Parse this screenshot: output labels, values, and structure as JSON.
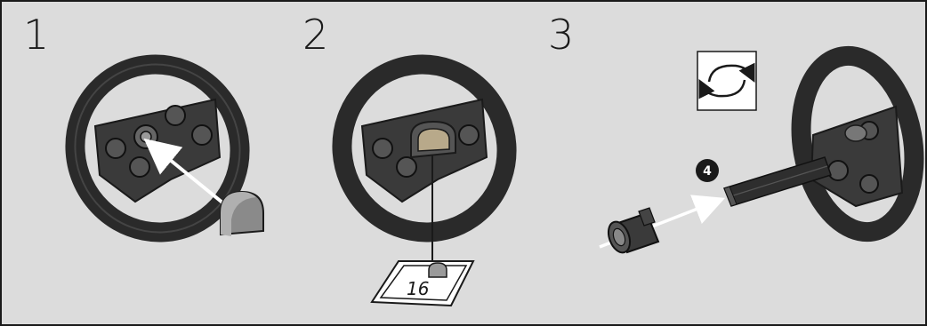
{
  "steps": [
    {
      "number": "1"
    },
    {
      "number": "2"
    },
    {
      "number": "3"
    }
  ],
  "part_card": {
    "quantity": "16"
  },
  "callout": {
    "label": "4"
  },
  "icons": {
    "rotate": "rotate-model-icon"
  },
  "colors": {
    "background": "#dcdcdc",
    "wheel": "#2a2a2a",
    "part_gray": "#8a8a8a",
    "tan_cap": "#b8a98a"
  }
}
